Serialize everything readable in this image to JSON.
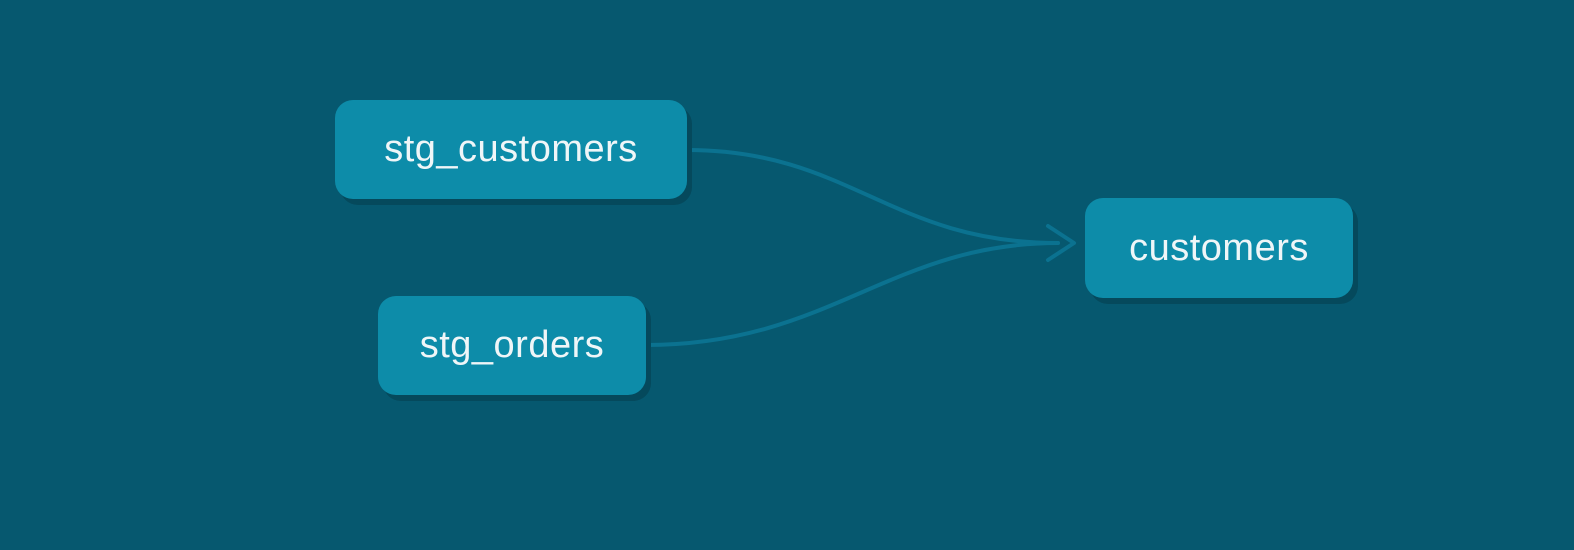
{
  "diagram": {
    "type": "lineage-graph",
    "background_color": "#06586F",
    "node_fill_color": "#0D8CA9",
    "node_shadow_color": "#05495C",
    "edge_color": "#0B7290",
    "text_color": "#EFF6F8",
    "nodes": [
      {
        "id": "stg_customers",
        "label": "stg_customers"
      },
      {
        "id": "stg_orders",
        "label": "stg_orders"
      },
      {
        "id": "customers",
        "label": "customers"
      }
    ],
    "edges": [
      {
        "from": "stg_customers",
        "to": "customers"
      },
      {
        "from": "stg_orders",
        "to": "customers"
      }
    ]
  }
}
